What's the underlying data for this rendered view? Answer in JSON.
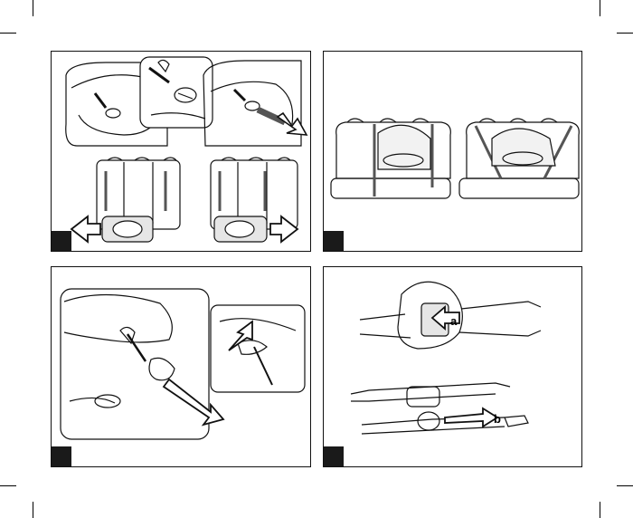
{
  "page": {
    "panels": [
      {
        "id": "top-left",
        "step_label": ""
      },
      {
        "id": "top-right",
        "step_label": ""
      },
      {
        "id": "bottom-left",
        "step_label": ""
      },
      {
        "id": "bottom-right",
        "step_label": ""
      }
    ],
    "callouts": {
      "a": "a",
      "b": "b"
    }
  },
  "colors": {
    "line": "#111111",
    "strap": "#555555",
    "tab": "#1a1a1a",
    "fill_light": "#e6e6e6"
  }
}
